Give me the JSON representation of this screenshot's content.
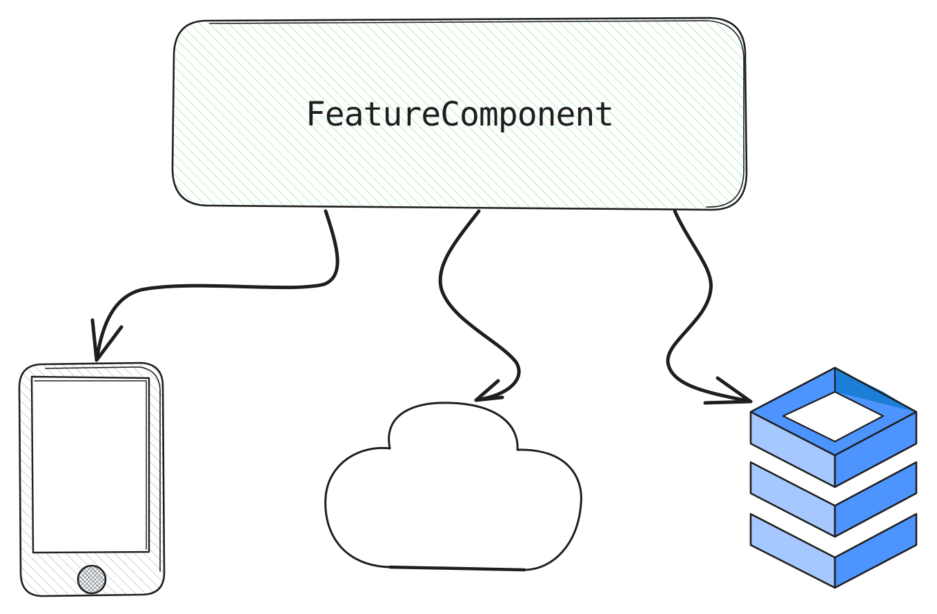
{
  "diagram": {
    "component": {
      "label": "FeatureComponent",
      "fill_color": "#b2f2bb",
      "hatch_color": "#8ce99a"
    },
    "targets": [
      {
        "name": "mobile-device",
        "icon": "smartphone-icon"
      },
      {
        "name": "cloud",
        "icon": "cloud-icon"
      },
      {
        "name": "database",
        "icon": "database-stack-icon"
      }
    ],
    "colors": {
      "stroke": "#1e1e1e",
      "phone_hatch": "#adb5bd",
      "db_light": "#a5c8ff",
      "db_mid": "#4d94ff",
      "db_dark": "#1c7ed6"
    }
  }
}
